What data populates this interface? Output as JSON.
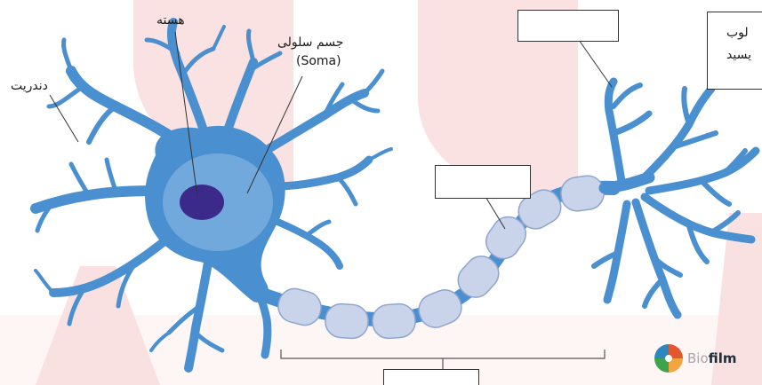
{
  "labels": {
    "nucleus": "هسته",
    "soma_fa": "جسم سلولی",
    "soma_en": "(Soma)",
    "dendrite": "دندریت",
    "right_box_line1": "لوب",
    "right_box_line2": "یسید"
  },
  "brand": {
    "bio": "Bio",
    "film": "film"
  },
  "colors": {
    "neuron_blue": "#4a8fcf",
    "soma_light": "#7fb2e0",
    "nucleus": "#3b2a8a",
    "myelin": "#c9d4ea",
    "watermark": "#d81f26"
  }
}
